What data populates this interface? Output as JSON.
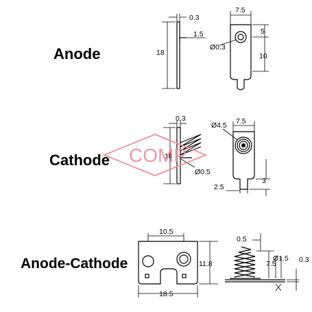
{
  "sections": {
    "anode": {
      "label": "Anode",
      "dims": {
        "thickness": "0.3",
        "tab": "1.5",
        "height": "18",
        "width": "7.5",
        "top": "5",
        "hole": "Ø0.3",
        "lower": "10"
      }
    },
    "cathode": {
      "label": "Cathode",
      "dims": {
        "thickness": "0.3",
        "height": "18",
        "hole": "Ø0.5",
        "spring": "Ø4.5",
        "width": "7.5",
        "tab_w": "2.5",
        "tab_h": "3"
      }
    },
    "anode_cathode": {
      "label": "Anode-Cathode",
      "dims": {
        "pitch": "10.5",
        "height": "11.8",
        "width": "18.5",
        "gap": "0.5",
        "hole": "Ø1.5",
        "spring_h": "7.5",
        "thickness": "0.3"
      }
    }
  },
  "watermark": {
    "text": "COMP",
    "color": "#e88f9c"
  }
}
